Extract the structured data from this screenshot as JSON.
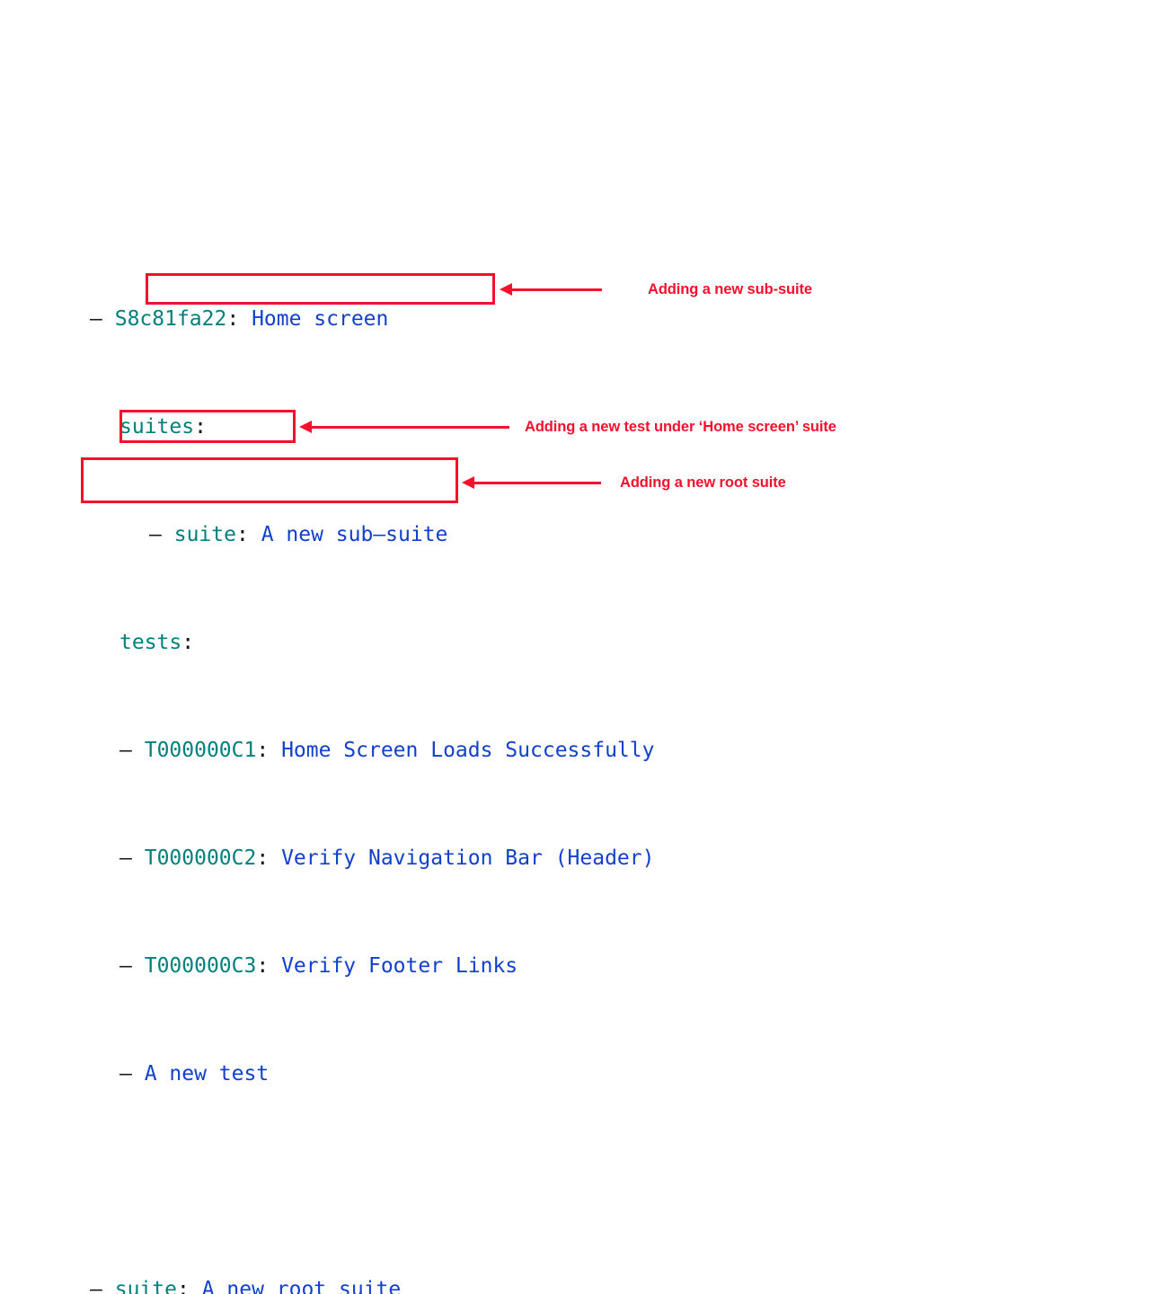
{
  "colors": {
    "background": "#ffffff",
    "key_teal": "#00807d",
    "value_blue": "#1140cc",
    "punctuation": "#111111",
    "annotation_red": "#f5102e"
  },
  "tree": {
    "root_suite": {
      "bullet": "–",
      "id": "S8c81fa22",
      "colon": ":",
      "title": "Home screen"
    },
    "suites_label": "suites",
    "suites_colon": ":",
    "sub_suite": {
      "bullet": "–",
      "key": "suite",
      "colon": ":",
      "title": "A new sub–suite"
    },
    "tests_label": "tests",
    "tests_colon": ":",
    "tests": [
      {
        "bullet": "–",
        "id": "T000000C1",
        "colon": ":",
        "title": "Home Screen Loads Successfully"
      },
      {
        "bullet": "–",
        "id": "T000000C2",
        "colon": ":",
        "title": "Verify Navigation Bar (Header)"
      },
      {
        "bullet": "–",
        "id": "T000000C3",
        "colon": ":",
        "title": "Verify Footer Links"
      }
    ],
    "new_test": {
      "bullet": "–",
      "title": "A new test"
    },
    "new_root_suite": {
      "bullet": "–",
      "key": "suite",
      "colon": ":",
      "title": "A new root suite"
    }
  },
  "annotations": {
    "sub_suite": "Adding a new sub-suite",
    "new_test": "Adding a new test under ‘Home screen’ suite",
    "root_suite": "Adding a new root suite"
  }
}
